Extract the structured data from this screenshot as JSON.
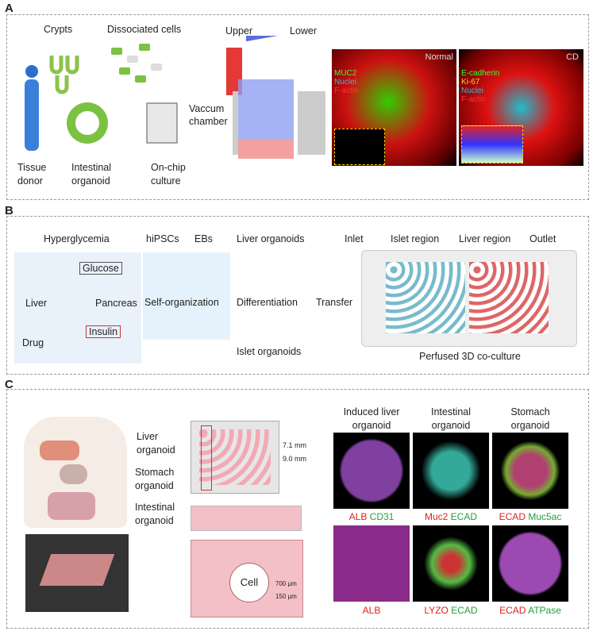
{
  "panels": {
    "a": "A",
    "b": "B",
    "c": "C"
  },
  "panel_a": {
    "crypts": "Crypts",
    "dissociated": "Dissociated cells",
    "upper": "Upper",
    "lower": "Lower",
    "vaccum1": "Vaccum",
    "vaccum2": "chamber",
    "tissue1": "Tissue",
    "tissue2": "donor",
    "intestinal1": "Intestinal",
    "intestinal2": "organoid",
    "onchip1": "On-chip",
    "onchip2": "culture",
    "normal": {
      "title": "Normal",
      "legend": [
        "MUC2",
        "Nuclei",
        "F-actin"
      ]
    },
    "cd": {
      "title": "CD",
      "legend": [
        "E-cadherin",
        "Ki-67",
        "Nuclei",
        "F-actin"
      ]
    },
    "chip_labels": [
      "Upper",
      "Lower"
    ]
  },
  "panel_b": {
    "hyperglycemia": "Hyperglycemia",
    "hipscs": "hiPSCs",
    "ebs": "EBs",
    "liver_organoids": "Liver organoids",
    "inlet": "Inlet",
    "islet_region": "Islet region",
    "liver_region": "Liver region",
    "outlet": "Outlet",
    "glucose": "Glucose",
    "liver": "Liver",
    "pancreas": "Pancreas",
    "insulin": "Insulin",
    "drug": "Drug",
    "self_org": "Self-organization",
    "differentiation": "Differentiation",
    "transfer": "Transfer",
    "islet_organoids": "Islet organoids",
    "perfused": "Perfused 3D co-culture"
  },
  "panel_c": {
    "liver": [
      "Liver",
      "organoid"
    ],
    "stomach": [
      "Stomach",
      "organoid"
    ],
    "intestinal": [
      "Intestinal",
      "organoid"
    ],
    "dim1": "7.1 mm",
    "dim2": "9.0 mm",
    "cell": "Cell",
    "um700": "700 µm",
    "um150": "150 µm",
    "col_titles": [
      [
        "Induced liver",
        "organoid"
      ],
      [
        "Intestinal",
        "organoid"
      ],
      [
        "Stomach",
        "organoid"
      ]
    ],
    "captions": [
      [
        {
          "r": "ALB",
          "g": "CD31"
        },
        {
          "r": "Muc2",
          "g": "ECAD"
        },
        {
          "r": "ECAD",
          "g": "Muc5ac"
        }
      ],
      [
        {
          "r": "ALB",
          "g": ""
        },
        {
          "r": "LYZO",
          "g": "ECAD"
        },
        {
          "r": "ECAD",
          "g": "ATPase"
        }
      ]
    ]
  }
}
